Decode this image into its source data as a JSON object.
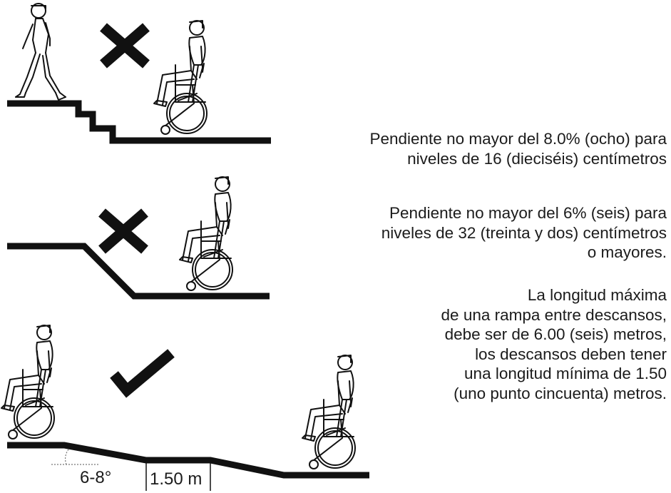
{
  "notes": {
    "slope_8": [
      "Pendiente no mayor del 8.0% (ocho) para",
      "niveles de 16 (dieciséis) centímetros"
    ],
    "slope_6": [
      "Pendiente no mayor del 6% (seis) para",
      "niveles de 32 (treinta y dos) centímetros",
      "o mayores."
    ],
    "length": [
      "La longitud máxima",
      "de una rampa entre descansos,",
      "debe ser de 6.00 (seis) metros,",
      "los descansos deben tener",
      "una longitud mínima de 1.50",
      "(uno punto cincuenta) metros."
    ]
  },
  "dimensions": {
    "angle_label": "6-8°",
    "landing_label": "1.50 m"
  },
  "panels": [
    {
      "id": "stairs",
      "verdict": "not-allowed",
      "icon": "cross-icon"
    },
    {
      "id": "steep-ramp",
      "verdict": "not-allowed",
      "icon": "cross-icon"
    },
    {
      "id": "compliant-ramp",
      "verdict": "allowed",
      "icon": "checkmark-icon"
    }
  ],
  "colors": {
    "ink": "#111111",
    "text": "#1b1b1b",
    "background": "#ffffff"
  }
}
